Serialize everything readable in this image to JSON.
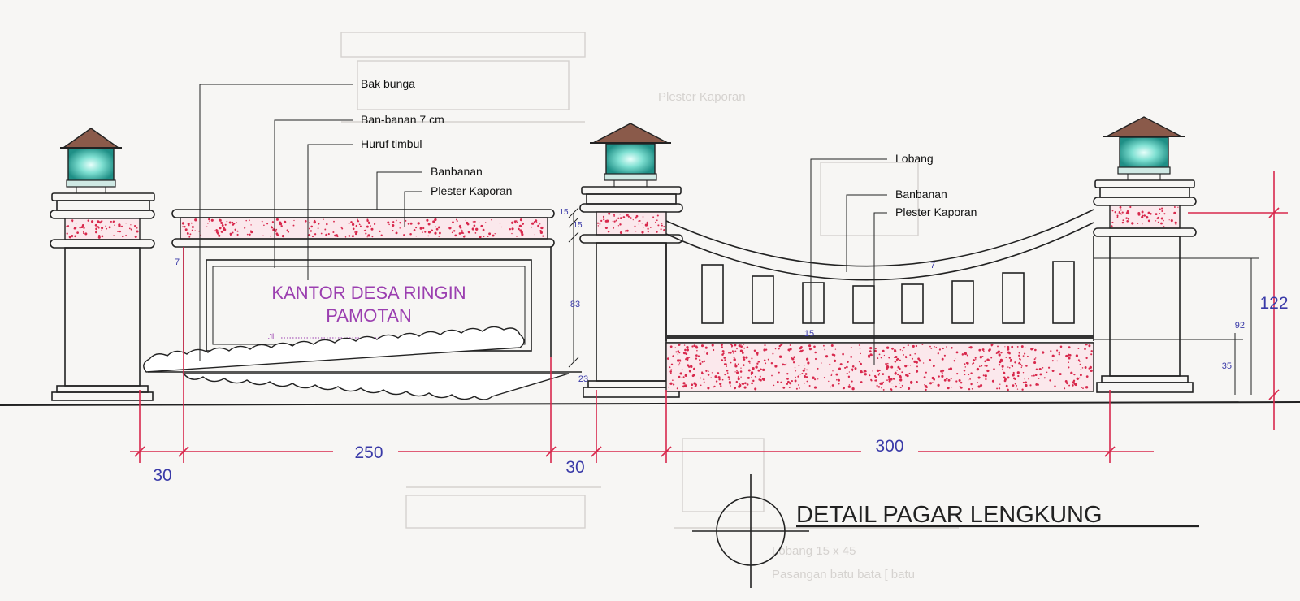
{
  "title": "DETAIL PAGAR LENGKUNG",
  "sign": {
    "line1": "KANTOR DESA RINGIN",
    "line2": "PAMOTAN",
    "address_prefix": "Jl."
  },
  "callouts_left": [
    "Bak bunga",
    "Ban-banan 7 cm",
    "Huruf timbul",
    "Banbanan",
    "Plester Kaporan"
  ],
  "callouts_right": [
    "Lobang",
    "Banbanan",
    "Plester Kaporan"
  ],
  "dimensions": {
    "d30a": "30",
    "d250": "250",
    "d30b": "30",
    "d300": "300",
    "d122": "122",
    "d92": "92",
    "d35": "35",
    "d83": "83",
    "d23": "23",
    "d15a": "15",
    "d15b": "15",
    "d15c": "15",
    "d7a": "7",
    "d7b": "7"
  },
  "faint_background": {
    "label1": "Plester Kaporan",
    "label2": "Lobang 15 x 45",
    "label3": "Pasangan batu bata [ batu"
  },
  "colors": {
    "line": "#222222",
    "dimension_red": "#d8284c",
    "dimension_text_blue": "#3a3aa8",
    "sign_text_purple": "#9b3fb0",
    "lamp_glass": "#3ab5a8",
    "roof_brown": "#8a5a4a",
    "speckle_red": "#d8284c"
  }
}
